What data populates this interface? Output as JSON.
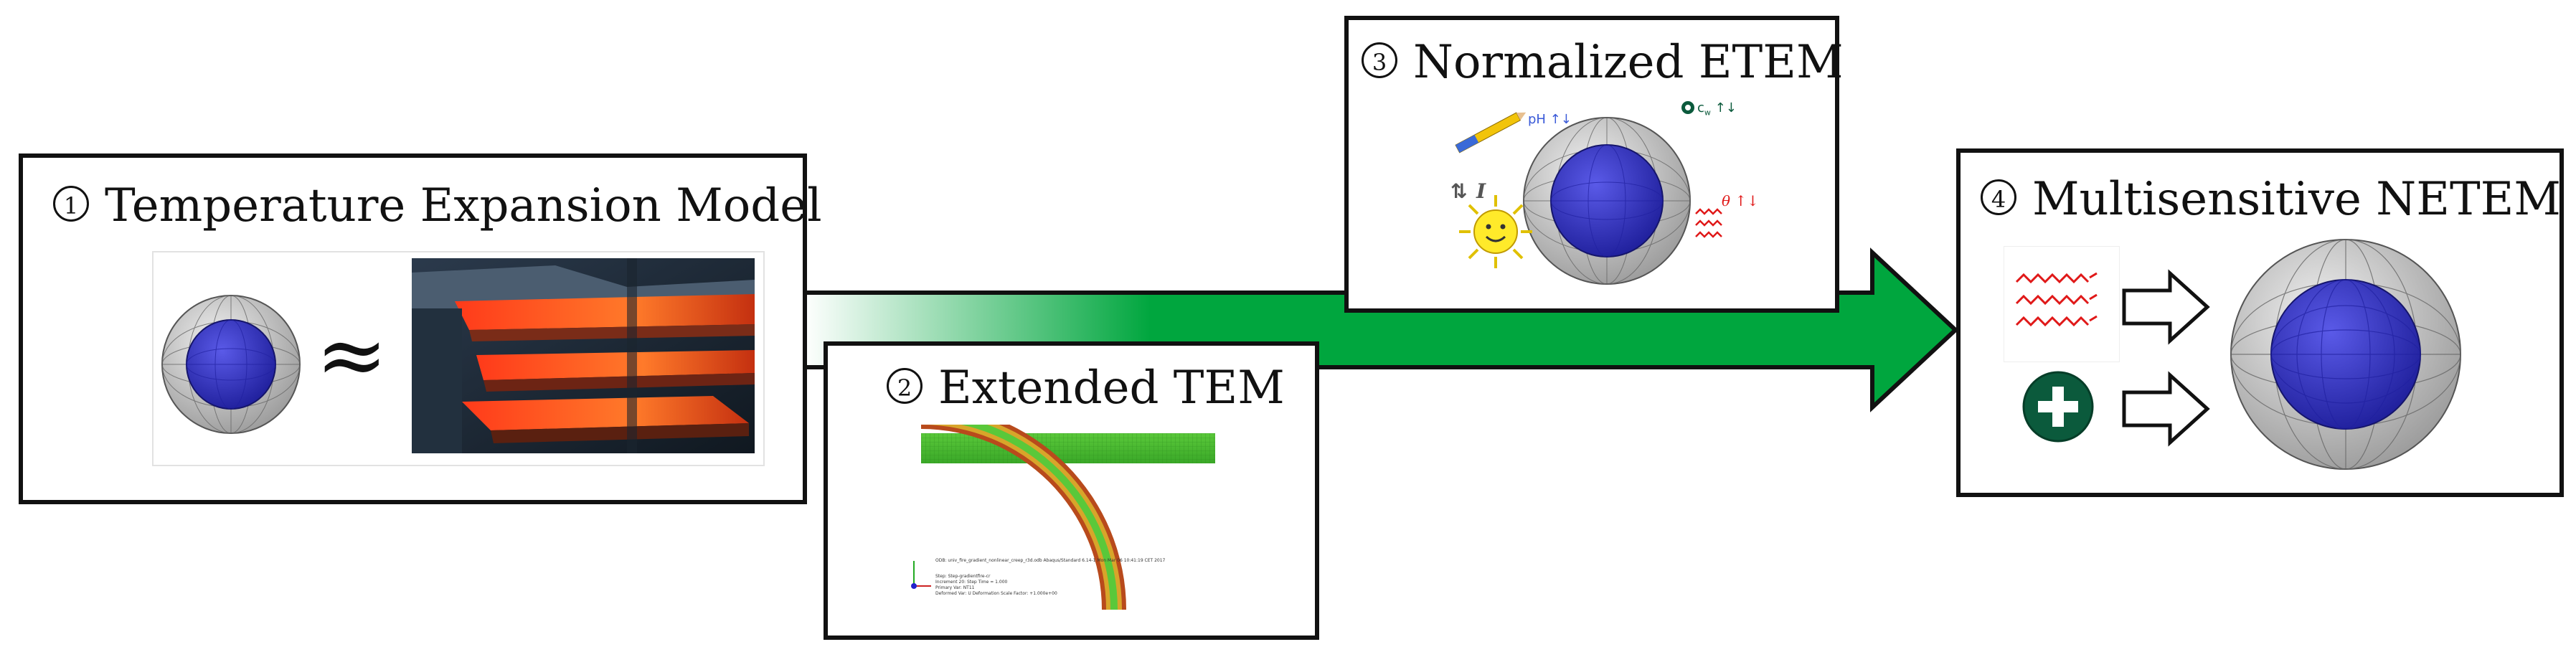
{
  "stages": [
    {
      "number": "1",
      "title": "Temperature Expansion Model"
    },
    {
      "number": "2",
      "title": "Extended TEM"
    },
    {
      "number": "3",
      "title": "Normalized ETEM"
    },
    {
      "number": "4",
      "title": "Multisensitive NETEM"
    }
  ],
  "stage1": {
    "approx_symbol": "≈"
  },
  "stage3": {
    "ph_label": "pH ↑↓",
    "cw_label": "c",
    "cw_sub": "w",
    "cw_arrows": "↑↓",
    "theta_label": "θ ↑↓",
    "sun_arrows": "⇅",
    "sun_label": "I"
  },
  "stage2": {
    "fem_caption_1": "ODB: univ_fire_gradient_nonlinear_creep_r3d.odb    Abaqus/Standard 6.14-1    Mon Mar 06 10:41:19 CET 2017",
    "fem_caption_2": "Step: Step-gradientfire-cr",
    "fem_caption_3": "Increment 20: Step Time = 1.000",
    "fem_caption_4": "Primary Var: NT11",
    "fem_caption_5": "Deformed Var: U   Deformation Scale Factor: +1.000e+00"
  },
  "colors": {
    "arrow_green": "#00a63e",
    "sphere_core": "#3535cc",
    "sphere_shell": "#c8c8c8",
    "badge_green": "#0b5a3c",
    "heat_red": "#e01818"
  }
}
